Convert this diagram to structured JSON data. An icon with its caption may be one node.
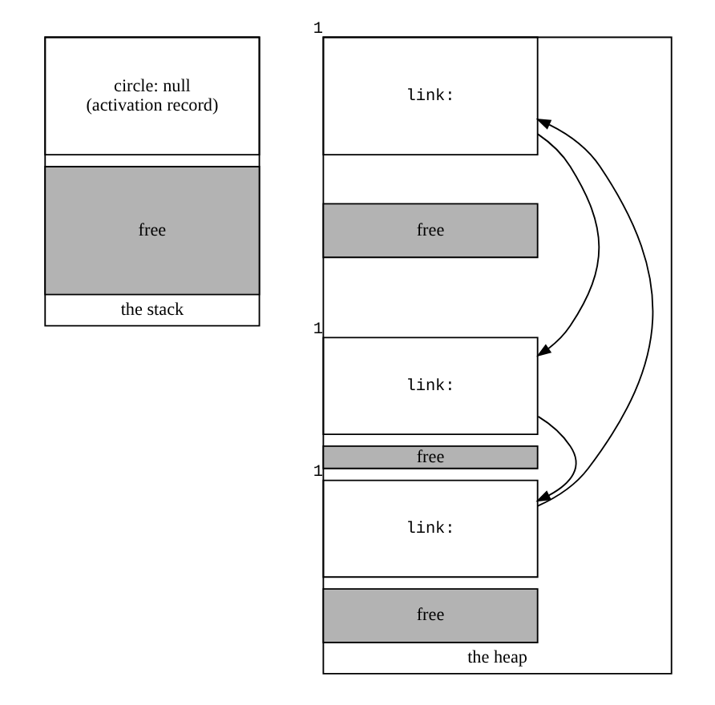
{
  "diagram": {
    "nodes": [
      {
        "text": [
          "the stack"
        ]
      },
      {
        "text": [
          "circle: null",
          "(activation record)"
        ],
        "in": 0
      },
      {
        "text": [
          "free"
        ],
        "in": 0
      },
      {
        "text": [
          "the heap"
        ]
      },
      {
        "text": [
          "link:"
        ],
        "in": 3,
        "beside": [
          "1"
        ]
      },
      {
        "text": [
          "free"
        ],
        "in": 3
      },
      {
        "text": [
          "link:"
        ],
        "in": 3,
        "beside": [
          "1"
        ]
      },
      {
        "text": [
          "free"
        ],
        "in": 3
      },
      {
        "text": [
          "link:"
        ],
        "in": 3,
        "beside": [
          "1"
        ]
      },
      {
        "text": [
          "free"
        ],
        "in": 3
      }
    ],
    "edges": [
      {
        "from": 4,
        "to": 6,
        "arrow": "to"
      },
      {
        "from": 6,
        "to": 8,
        "arrow": "to"
      },
      {
        "from": 8,
        "to": 4,
        "arrow": "to"
      }
    ]
  }
}
